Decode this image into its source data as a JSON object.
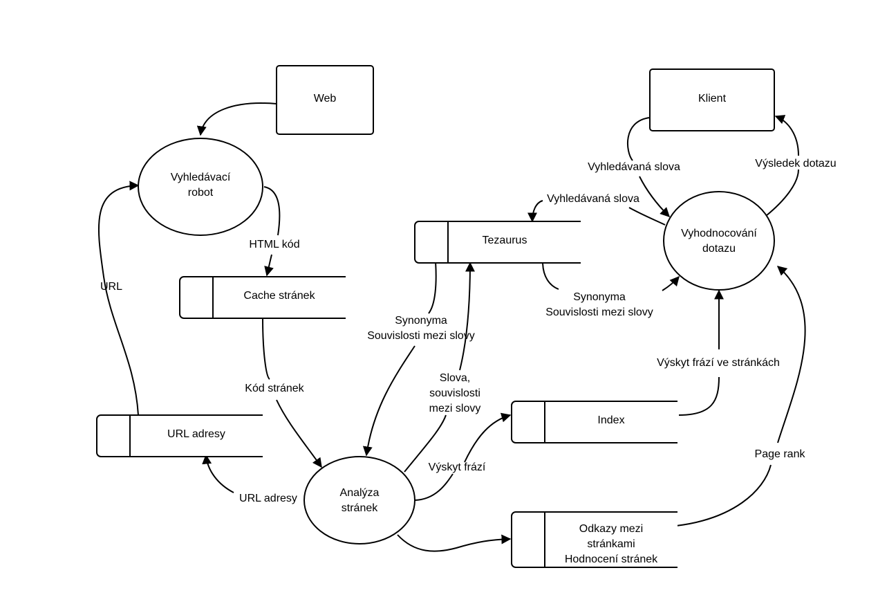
{
  "entities": {
    "web": "Web",
    "klient": "Klient"
  },
  "processes": {
    "robot": [
      "Vyhledávací",
      "robot"
    ],
    "analyza": [
      "Analýza",
      "stránek"
    ],
    "vyhodnoceni": [
      "Vyhodnocování",
      "dotazu"
    ]
  },
  "stores": {
    "cache": "Cache stránek",
    "url": "URL adresy",
    "tezaurus": "Tezaurus",
    "index": "Index",
    "odkazy": [
      "Odkazy mezi",
      "stránkami",
      "Hodnocení stránek"
    ]
  },
  "flows": {
    "html_kod": "HTML kód",
    "url": "URL",
    "kod_stranek": "Kód stránek",
    "url_adresy": "URL adresy",
    "synonyma_left": [
      "Synonyma",
      "Souvislosti mezi slovy"
    ],
    "slova": [
      "Slova,",
      "souvislosti",
      "mezi slovy"
    ],
    "vyskyt_frazi": "Výskyt frází",
    "vyhledavana_slova_klient": "Vyhledávaná slova",
    "vysledek_dotazu": "Výsledek dotazu",
    "vyhledavana_slova_tez": "Vyhledávaná slova",
    "synonyma_right": [
      "Synonyma",
      "Souvislosti mezi slovy"
    ],
    "vyskyt_ve_strankach": "Výskyt frází ve stránkách",
    "page_rank": "Page rank"
  }
}
